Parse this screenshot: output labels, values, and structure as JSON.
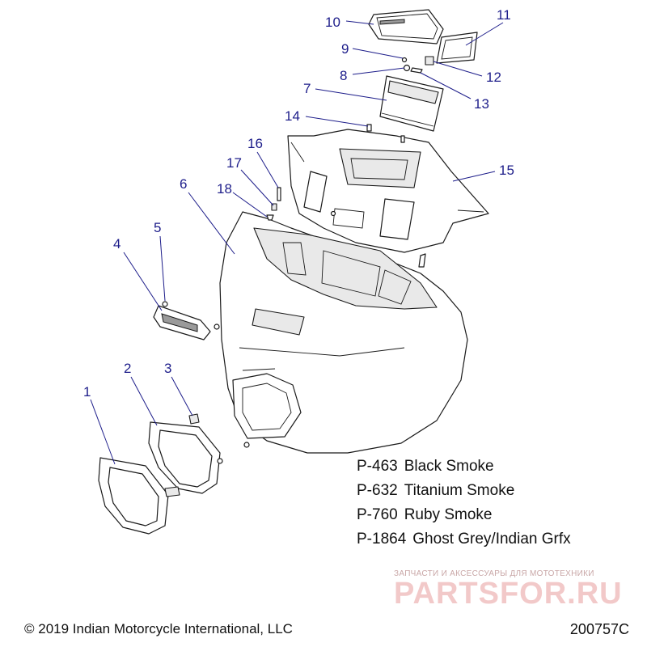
{
  "callouts": [
    "1",
    "2",
    "3",
    "4",
    "5",
    "6",
    "7",
    "8",
    "9",
    "10",
    "11",
    "12",
    "13",
    "14",
    "15",
    "16",
    "17",
    "18"
  ],
  "color_codes": [
    {
      "code": "P-463",
      "name": "Black Smoke"
    },
    {
      "code": "P-632",
      "name": "Titanium Smoke"
    },
    {
      "code": "P-760",
      "name": "Ruby Smoke"
    },
    {
      "code": "P-1864",
      "name": "Ghost Grey/Indian Grfx"
    }
  ],
  "watermark": {
    "tagline": "ЗАПЧАСТИ И АКСЕССУАРЫ ДЛЯ МОТОТЕХНИКИ",
    "logo": "PARTSFOR.RU"
  },
  "copyright": "© 2019 Indian Motorcycle International, LLC",
  "drawing_number": "200757C",
  "colors": {
    "callout": "#1d1d8a",
    "line_art": "#1a1a1a",
    "watermark": "#f2c9c9"
  }
}
